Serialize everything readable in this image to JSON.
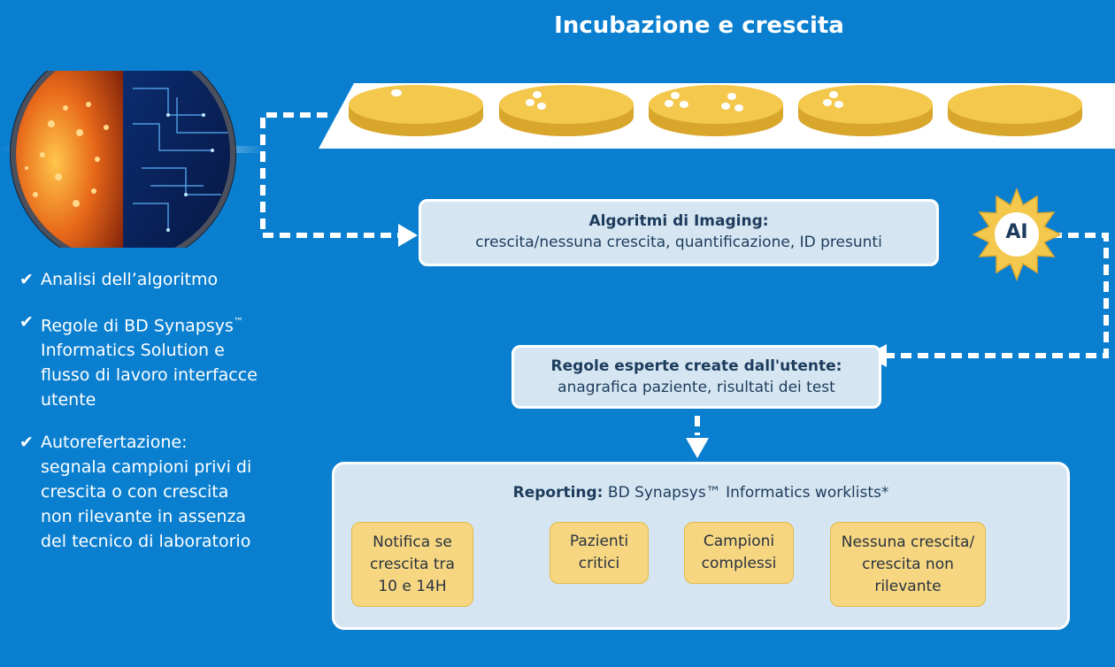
{
  "title": "Incubazione e crescita",
  "imaging_box": {
    "heading": "Algoritmi di Imaging:",
    "text": "crescita/nessuna crescita, quantificazione, ID presunti"
  },
  "ai_badge": "AI",
  "rules_box": {
    "heading": "Regole esperte create dall'utente:",
    "text": "anagrafica paziente, risultati dei test"
  },
  "reporting_box": {
    "heading": "Reporting:",
    "text": "BD Synapsys™ Informatics worklists*"
  },
  "tiles": [
    [
      "Notifica se",
      "crescita tra",
      "10 e 14H"
    ],
    [
      "Pazienti",
      "critici"
    ],
    [
      "Campioni",
      "complessi"
    ],
    [
      "Nessuna crescita/",
      "crescita non",
      "rilevante"
    ]
  ],
  "checklist": {
    "mark": "✔",
    "item1": [
      "Analisi dell’algoritmo"
    ],
    "item2": [
      "Regole di BD Synapsys",
      "Informatics Solution e",
      "flusso di lavoro interfacce",
      "utente"
    ],
    "item2_tm": "™",
    "item3": [
      "Autorefertazione:",
      "segnala campioni privi di",
      "crescita o con crescita",
      "non rilevante in assenza",
      "del tecnico di laboratorio"
    ]
  },
  "colors": {
    "background": "#0a7fd0",
    "box_fill": "#d5e6f2",
    "plate_fill": "#f3c84d",
    "tile_fill": "#f6d680",
    "connector": "#ffffff"
  },
  "icons": {
    "petri_dish": "petri-dish-icon",
    "gear": "gear-icon",
    "check": "check-icon"
  }
}
